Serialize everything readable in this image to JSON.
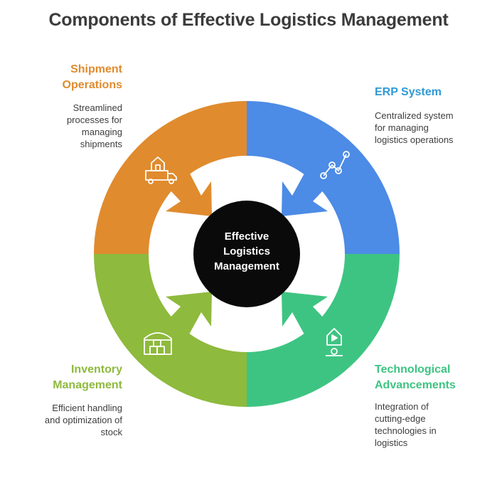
{
  "title": "Components of Effective Logistics Management",
  "center": {
    "line1": "Effective",
    "line2": "Logistics",
    "line3": "Management"
  },
  "colors": {
    "shipment": "#e08b2e",
    "erp": "#4c8be6",
    "technology": "#3ec482",
    "inventory": "#8eba3d",
    "center": "#0a0a0a"
  },
  "segments": {
    "shipment": {
      "label1": "Shipment",
      "label2": "Operations",
      "desc1": "Streamlined",
      "desc2": "processes for",
      "desc3": "managing",
      "desc4": "shipments",
      "icon": "delivery-truck-icon"
    },
    "erp": {
      "label1": "ERP System",
      "desc1": "Centralized system",
      "desc2": "for managing",
      "desc3": "logistics operations",
      "icon": "line-chart-icon"
    },
    "inventory": {
      "label1": "Inventory",
      "label2": "Management",
      "desc1": "Efficient handling",
      "desc2": "and optimization of",
      "desc3": "stock",
      "icon": "warehouse-icon"
    },
    "technology": {
      "label1": "Technological",
      "label2": "Advancements",
      "desc1": "Integration of",
      "desc2": "cutting-edge",
      "desc3": "technologies in",
      "desc4": "logistics",
      "icon": "smart-home-icon"
    }
  }
}
